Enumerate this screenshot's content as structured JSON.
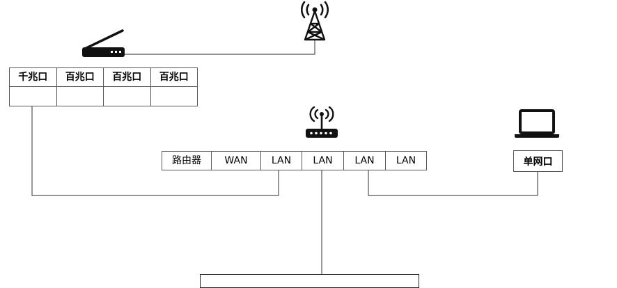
{
  "modem": {
    "icon": "modem-icon",
    "ports": [
      "千兆口",
      "百兆口",
      "百兆口",
      "百兆口"
    ]
  },
  "tower": {
    "icon": "antenna-tower-icon"
  },
  "router": {
    "icon": "wifi-router-icon",
    "ports": [
      "路由器",
      "WAN",
      "LAN",
      "LAN",
      "LAN",
      "LAN"
    ]
  },
  "laptop": {
    "icon": "laptop-icon",
    "port_label": "单网口"
  },
  "colors": {
    "line": "#555555",
    "icon": "#111111"
  }
}
